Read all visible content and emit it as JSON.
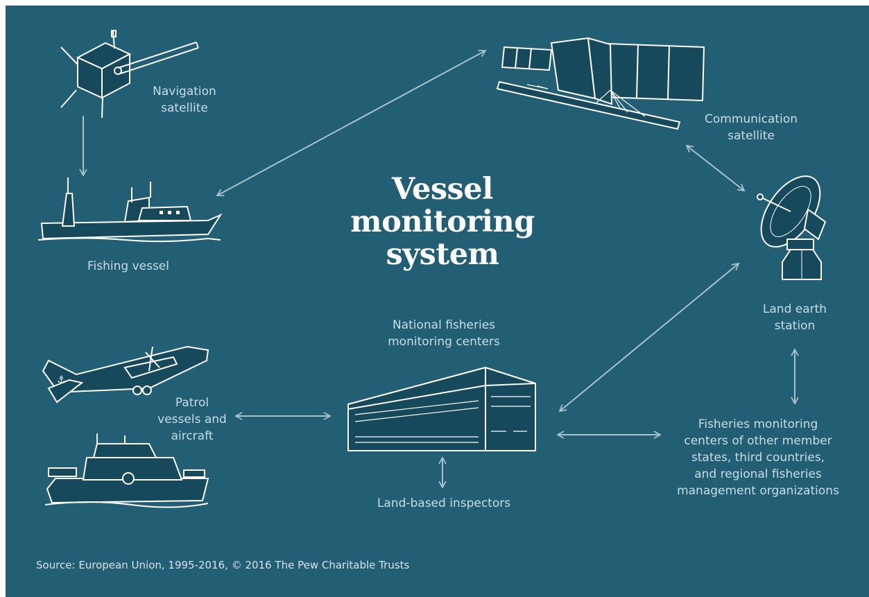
{
  "title": {
    "line1": "Vessel",
    "line2": "monitoring",
    "line3": "system"
  },
  "nodes": {
    "navigation_satellite": {
      "line1": "Navigation",
      "line2": "satellite",
      "icon": "navigation-satellite-icon"
    },
    "communication_satellite": {
      "line1": "Communication",
      "line2": "satellite",
      "icon": "communication-satellite-icon"
    },
    "fishing_vessel": {
      "line1": "Fishing vessel",
      "icon": "fishing-vessel-icon"
    },
    "land_earth_station": {
      "line1": "Land earth",
      "line2": "station",
      "icon": "satellite-dish-icon"
    },
    "national_centers": {
      "line1": "National fisheries",
      "line2": "monitoring centers",
      "icon": "building-icon"
    },
    "patrol": {
      "line1": "Patrol",
      "line2": "vessels and",
      "line3": "aircraft",
      "icons": [
        "patrol-aircraft-icon",
        "patrol-boat-icon"
      ]
    },
    "inspectors": {
      "line1": "Land-based inspectors"
    },
    "other_centers": {
      "line1": "Fisheries monitoring",
      "line2": "centers of other member",
      "line3": "states, third countries,",
      "line4": "and regional fisheries",
      "line5": "management organizations"
    }
  },
  "source": "Source: European Union, 1995-2016, © 2016 The Pew Charitable Trusts",
  "colors": {
    "background": "#225e74",
    "line": "#ffffff",
    "arrow": "#a9c3cd",
    "label": "#c9dde5"
  }
}
